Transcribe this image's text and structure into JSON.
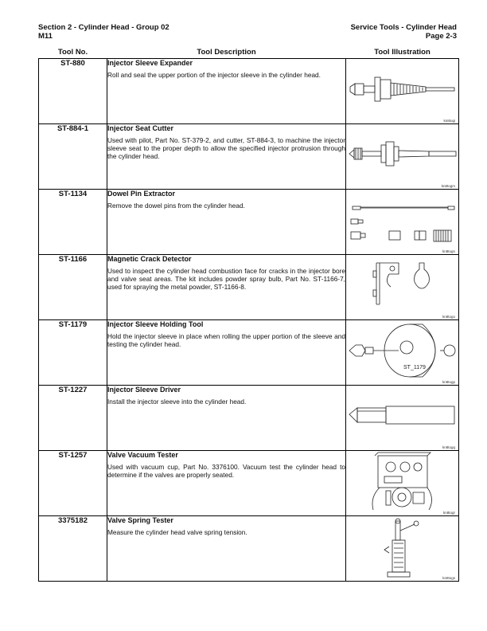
{
  "header": {
    "section": "Section 2 - Cylinder Head - Group 02",
    "model": "M11",
    "title": "Service Tools - Cylinder Head",
    "page": "Page 2-3"
  },
  "columns": [
    "Tool No.",
    "Tool Description",
    "Tool Illustration"
  ],
  "tools": [
    {
      "no": "ST-880",
      "name": "Injector Sleeve Expander",
      "text": "Roll and seal the upper portion of the injector sleeve in the cylinder head.",
      "code": "kn8togi",
      "icon": "injector-sleeve-expander-icon"
    },
    {
      "no": "ST-884-1",
      "name": "Injector Seat Cutter",
      "text": "Used with pilot, Part No. ST-379-2, and cutter, ST-884-3, to machine the injector sleeve seat to the proper depth to allow the specified injector protrusion through the cylinder head.",
      "code": "kn8togm",
      "icon": "injector-seat-cutter-icon"
    },
    {
      "no": "ST-1134",
      "name": "Dowel Pin Extractor",
      "text": "Remove the dowel pins from the cylinder head.",
      "code": "kn8togn",
      "icon": "dowel-pin-extractor-icon"
    },
    {
      "no": "ST-1166",
      "name": "Magnetic Crack Detector",
      "text": "Used to inspect the cylinder head combustion face for cracks in the injector bore and valve seat areas. The kit includes powder spray bulb, Part No. ST-1166-7, used for spraying the metal powder, ST-1166-8.",
      "code": "kn8togo",
      "icon": "magnetic-crack-detector-icon"
    },
    {
      "no": "ST-1179",
      "name": "Injector Sleeve Holding Tool",
      "text": "Hold the injector sleeve in place when rolling the upper portion of the sleeve and testing the cylinder head.",
      "code": "kn8togp",
      "icon": "injector-sleeve-holding-tool-icon",
      "label": "ST_1179"
    },
    {
      "no": "ST-1227",
      "name": "Injector Sleeve Driver",
      "text": "Install the injector sleeve into the cylinder head.",
      "code": "kn8togq",
      "icon": "injector-sleeve-driver-icon"
    },
    {
      "no": "ST-1257",
      "name": "Valve Vacuum Tester",
      "text": "Used with vacuum cup, Part No. 3376100. Vacuum test the cylinder head to determine if the valves are properly seated.",
      "code": "kn8togr",
      "icon": "valve-vacuum-tester-icon"
    },
    {
      "no": "3375182",
      "name": "Valve Spring Tester",
      "text": "Measure the cylinder head valve spring tension.",
      "code": "kn8togs",
      "icon": "valve-spring-tester-icon"
    }
  ]
}
